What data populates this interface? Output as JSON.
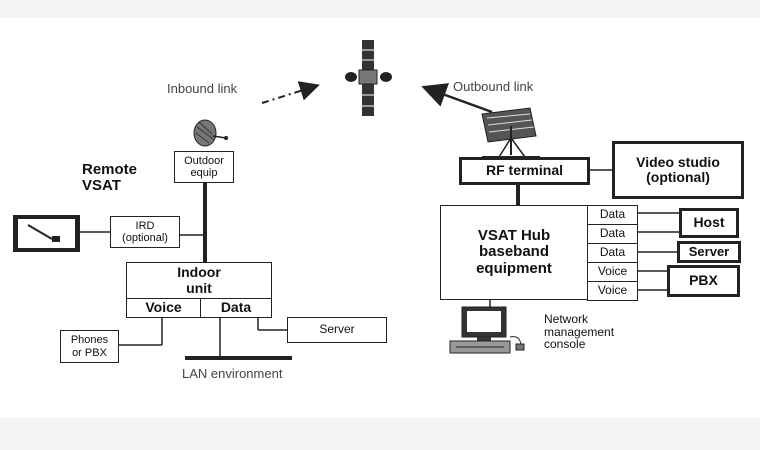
{
  "satellite": {
    "inbound_label": "Inbound link",
    "outbound_label": "Outbound link"
  },
  "remote": {
    "title_line1": "Remote",
    "title_line2": "VSAT",
    "outdoor_line1": "Outdoor",
    "outdoor_line2": "equip",
    "ird_line1": "IRD",
    "ird_line2": "(optional)",
    "indoor_line1": "Indoor",
    "indoor_line2": "unit",
    "voice": "Voice",
    "data": "Data",
    "phones_line1": "Phones",
    "phones_line2": "or PBX",
    "server": "Server",
    "lan": "LAN environment"
  },
  "hub": {
    "rf_terminal": "RF terminal",
    "video_line1": "Video studio",
    "video_line2": "(optional)",
    "baseband_line1": "VSAT Hub",
    "baseband_line2": "baseband",
    "baseband_line3": "equipment",
    "ports": [
      "Data",
      "Data",
      "Data",
      "Voice",
      "Voice"
    ],
    "host": "Host",
    "server": "Server",
    "pbx": "PBX",
    "nms_line1": "Network",
    "nms_line2": "management",
    "nms_line3": "console"
  },
  "colors": {
    "line": "#222222",
    "page": "#f4f4f4",
    "panel": "#ffffff"
  }
}
